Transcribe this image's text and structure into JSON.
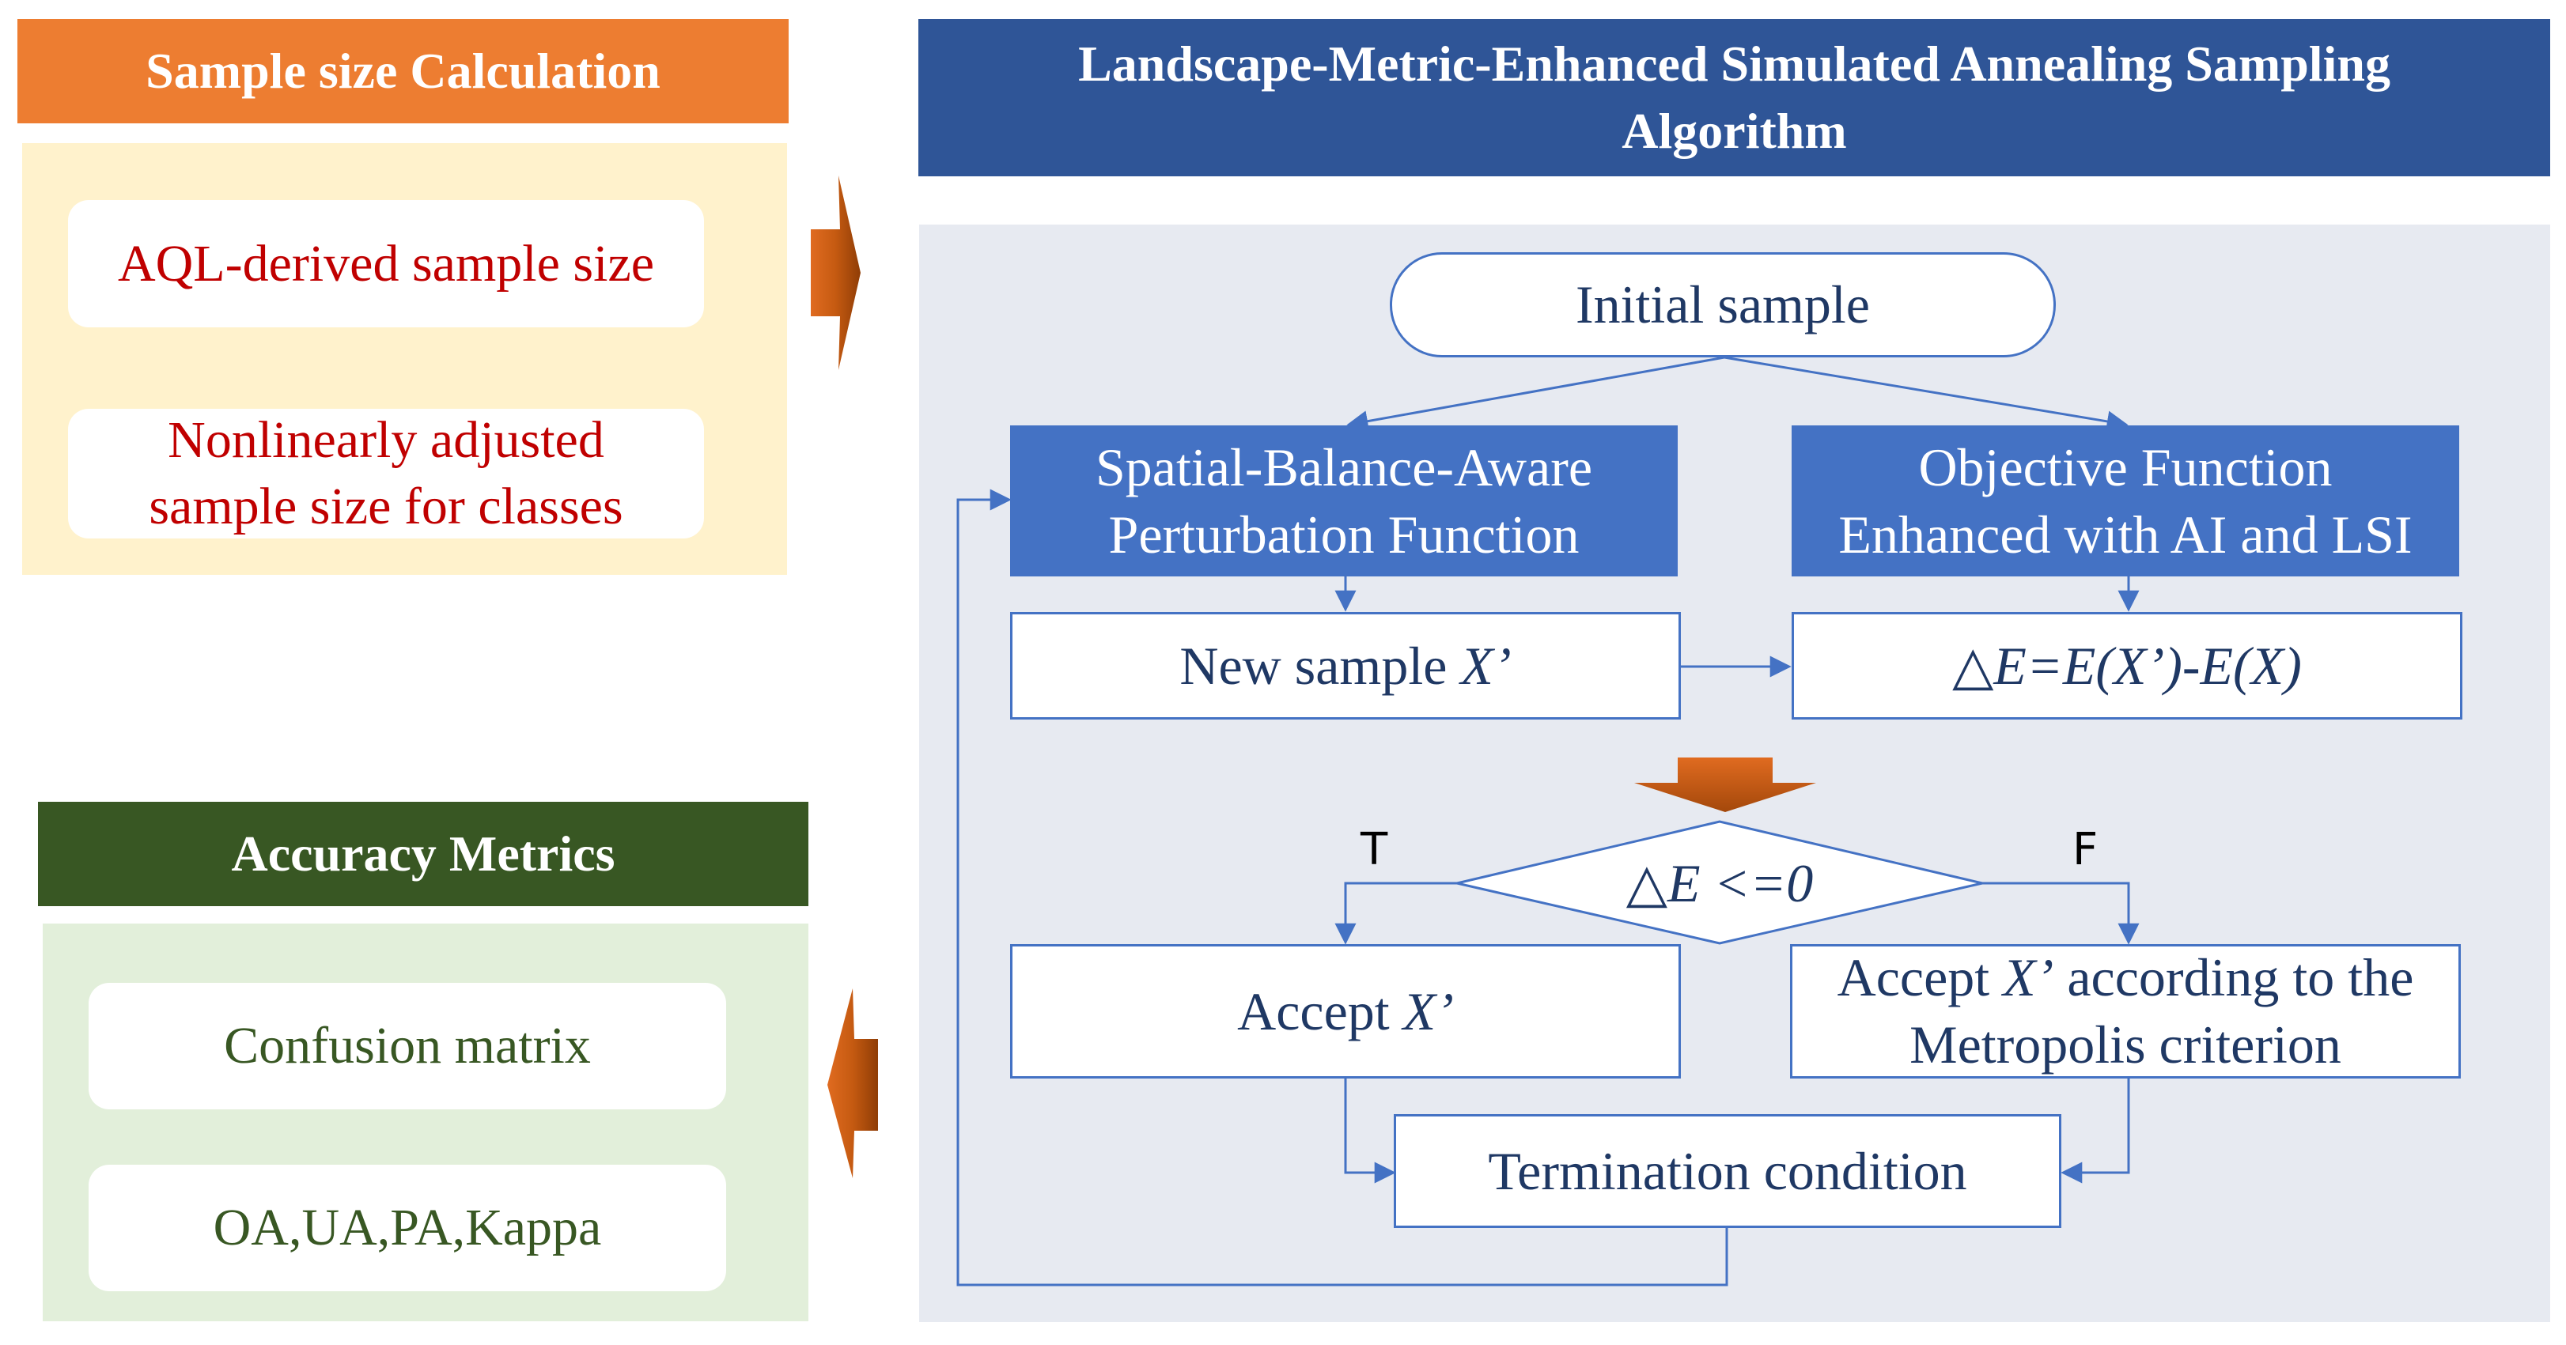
{
  "sample_size": {
    "title": "Sample size Calculation",
    "items": [
      "AQL-derived sample size",
      "Nonlinearly adjusted sample size for classes"
    ]
  },
  "algorithm": {
    "title": "Landscape-Metric-Enhanced Simulated Annealing Sampling Algorithm",
    "initial": "Initial sample",
    "perturbation": "Spatial-Balance-Aware Perturbation Function",
    "objective": "Objective Function Enhanced with AI and LSI",
    "new_sample_prefix": "New sample ",
    "new_sample_var": "X’",
    "delta_e": "△E=E(X’)-E(X)",
    "decision": "△E <=0",
    "true_label": "T",
    "false_label": "F",
    "accept_prefix": "Accept ",
    "accept_var": "X’",
    "accept_metropolis_prefix": "Accept ",
    "accept_metropolis_var": "X’",
    "accept_metropolis_suffix": " according to the Metropolis criterion",
    "termination": "Termination condition"
  },
  "accuracy": {
    "title": "Accuracy Metrics",
    "items": [
      "Confusion matrix",
      "OA,UA,PA,Kappa"
    ]
  },
  "colors": {
    "orange": "#ed7d31",
    "navy": "#2f5597",
    "blue": "#4472c4",
    "green": "#385723",
    "red_text": "#c00000",
    "arrow": "#c55a11"
  }
}
